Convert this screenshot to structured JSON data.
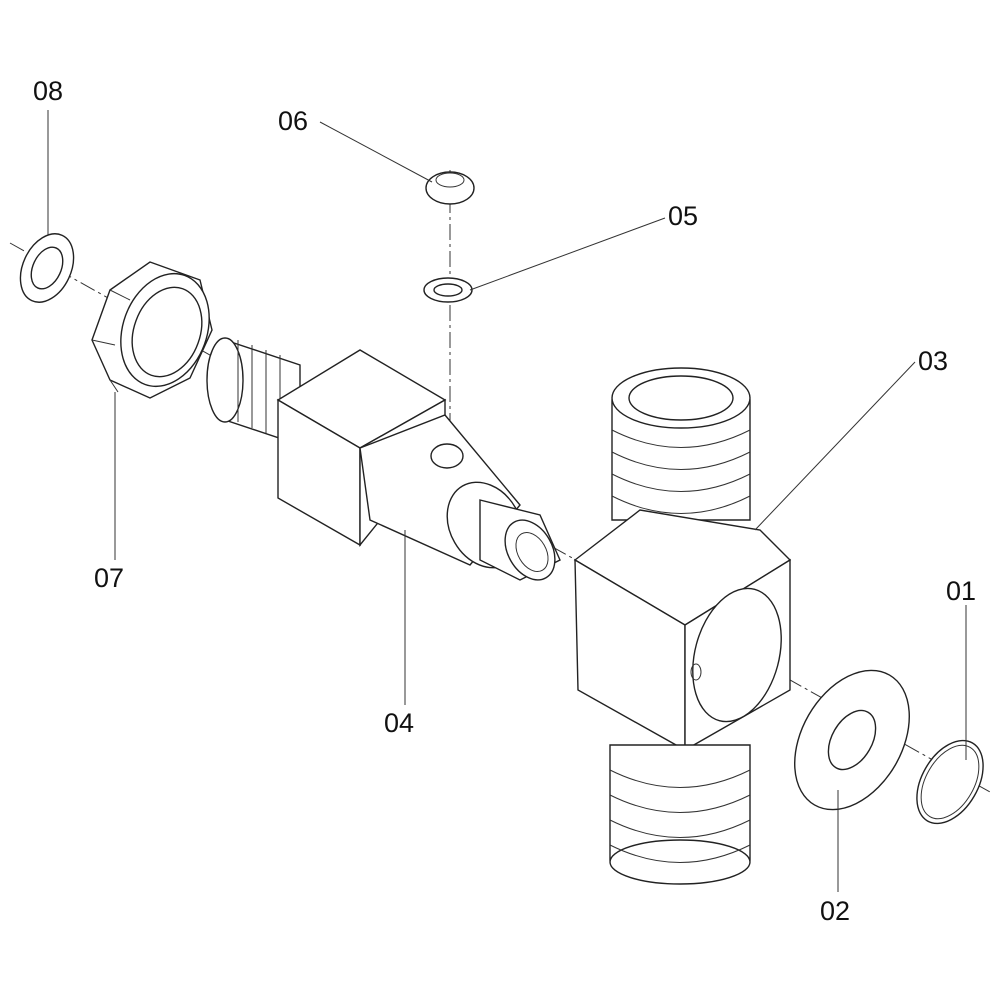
{
  "diagram": {
    "type": "exploded-assembly",
    "labels": {
      "p01": "01",
      "p02": "02",
      "p03": "03",
      "p04": "04",
      "p05": "05",
      "p06": "06",
      "p07": "07",
      "p08": "08"
    },
    "colors": {
      "line": "#222222",
      "background": "#ffffff"
    }
  }
}
